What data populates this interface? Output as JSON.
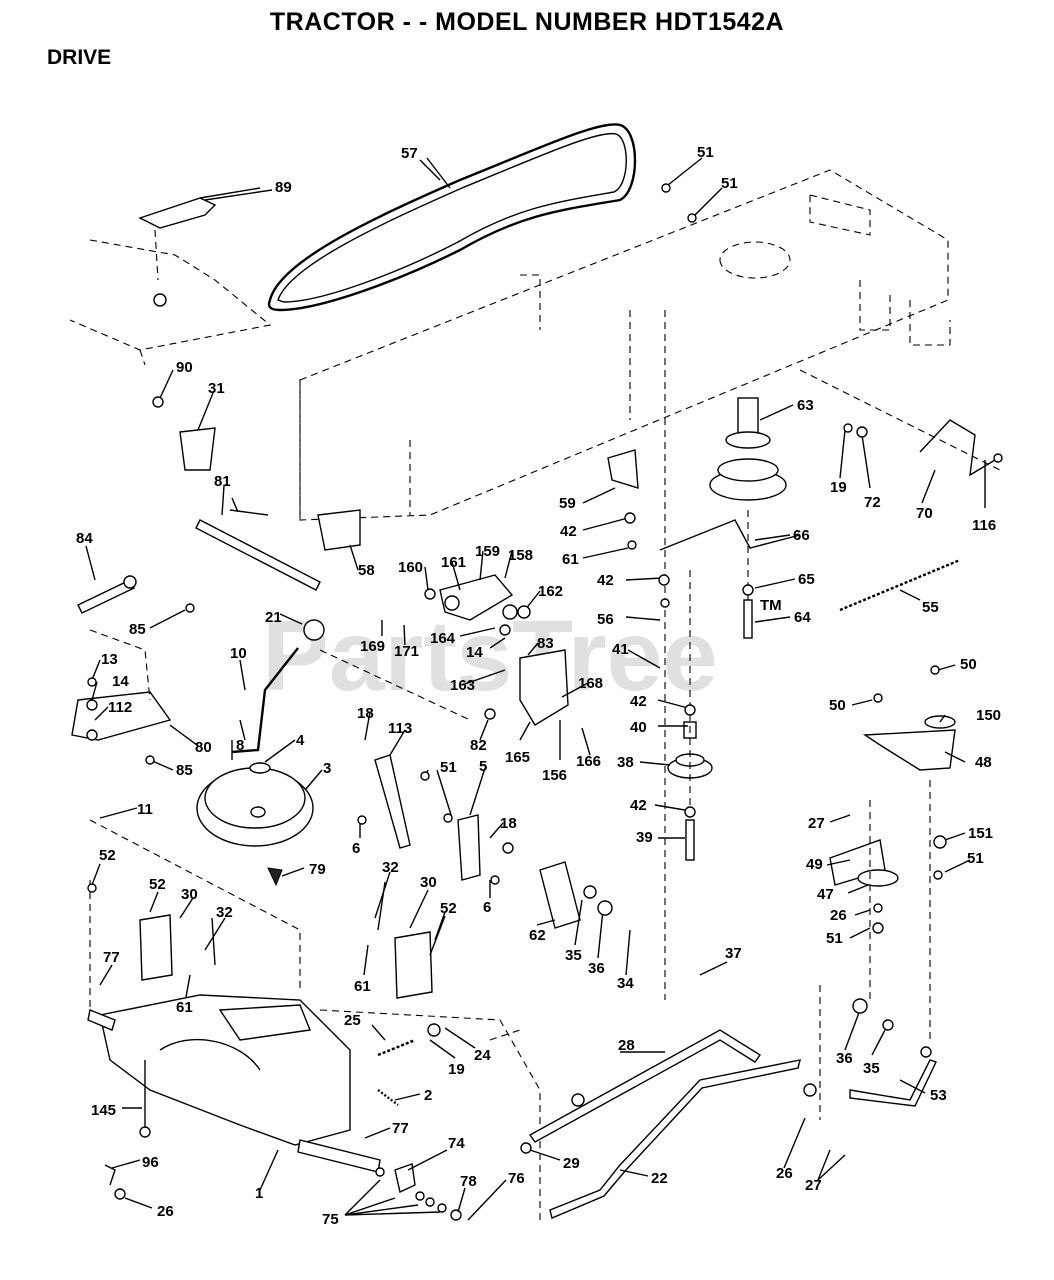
{
  "header": {
    "title": "TRACTOR - - MODEL NUMBER HDT1542A",
    "section": "DRIVE"
  },
  "watermark": "PartsTree",
  "trademark": "TM",
  "callouts": [
    {
      "id": "57",
      "text": "57"
    },
    {
      "id": "51a",
      "text": "51"
    },
    {
      "id": "51b",
      "text": "51"
    },
    {
      "id": "89",
      "text": "89"
    },
    {
      "id": "90",
      "text": "90"
    },
    {
      "id": "31",
      "text": "31"
    },
    {
      "id": "63",
      "text": "63"
    },
    {
      "id": "19a",
      "text": "19"
    },
    {
      "id": "72",
      "text": "72"
    },
    {
      "id": "70",
      "text": "70"
    },
    {
      "id": "116",
      "text": "116"
    },
    {
      "id": "81",
      "text": "81"
    },
    {
      "id": "59",
      "text": "59"
    },
    {
      "id": "42a",
      "text": "42"
    },
    {
      "id": "61a",
      "text": "61"
    },
    {
      "id": "66",
      "text": "66"
    },
    {
      "id": "58",
      "text": "58"
    },
    {
      "id": "84",
      "text": "84"
    },
    {
      "id": "160",
      "text": "160"
    },
    {
      "id": "161",
      "text": "161"
    },
    {
      "id": "159",
      "text": "159"
    },
    {
      "id": "158",
      "text": "158"
    },
    {
      "id": "162",
      "text": "162"
    },
    {
      "id": "42b",
      "text": "42"
    },
    {
      "id": "65",
      "text": "65"
    },
    {
      "id": "55",
      "text": "55"
    },
    {
      "id": "85a",
      "text": "85"
    },
    {
      "id": "21",
      "text": "21"
    },
    {
      "id": "169",
      "text": "169"
    },
    {
      "id": "171",
      "text": "171"
    },
    {
      "id": "164",
      "text": "164"
    },
    {
      "id": "14a",
      "text": "14"
    },
    {
      "id": "83",
      "text": "83"
    },
    {
      "id": "56",
      "text": "56"
    },
    {
      "id": "64",
      "text": "64"
    },
    {
      "id": "13",
      "text": "13"
    },
    {
      "id": "10",
      "text": "10"
    },
    {
      "id": "41",
      "text": "41"
    },
    {
      "id": "50a",
      "text": "50"
    },
    {
      "id": "14b",
      "text": "14"
    },
    {
      "id": "163",
      "text": "163"
    },
    {
      "id": "168",
      "text": "168"
    },
    {
      "id": "112",
      "text": "112"
    },
    {
      "id": "18a",
      "text": "18"
    },
    {
      "id": "113",
      "text": "113"
    },
    {
      "id": "42c",
      "text": "42"
    },
    {
      "id": "50b",
      "text": "50"
    },
    {
      "id": "150",
      "text": "150"
    },
    {
      "id": "80",
      "text": "80"
    },
    {
      "id": "8",
      "text": "8"
    },
    {
      "id": "4",
      "text": "4"
    },
    {
      "id": "82",
      "text": "82"
    },
    {
      "id": "40",
      "text": "40"
    },
    {
      "id": "85b",
      "text": "85"
    },
    {
      "id": "165",
      "text": "165"
    },
    {
      "id": "156",
      "text": "156"
    },
    {
      "id": "166",
      "text": "166"
    },
    {
      "id": "38",
      "text": "38"
    },
    {
      "id": "48",
      "text": "48"
    },
    {
      "id": "3",
      "text": "3"
    },
    {
      "id": "51c",
      "text": "51"
    },
    {
      "id": "5",
      "text": "5"
    },
    {
      "id": "11",
      "text": "11"
    },
    {
      "id": "42d",
      "text": "42"
    },
    {
      "id": "27a",
      "text": "27"
    },
    {
      "id": "18b",
      "text": "18"
    },
    {
      "id": "6a",
      "text": "6"
    },
    {
      "id": "39",
      "text": "39"
    },
    {
      "id": "151",
      "text": "151"
    },
    {
      "id": "52a",
      "text": "52"
    },
    {
      "id": "79",
      "text": "79"
    },
    {
      "id": "32a",
      "text": "32"
    },
    {
      "id": "49",
      "text": "49"
    },
    {
      "id": "51d",
      "text": "51"
    },
    {
      "id": "52b",
      "text": "52"
    },
    {
      "id": "30a",
      "text": "30"
    },
    {
      "id": "30b",
      "text": "30"
    },
    {
      "id": "6b",
      "text": "6"
    },
    {
      "id": "47",
      "text": "47"
    },
    {
      "id": "32b",
      "text": "32"
    },
    {
      "id": "52c",
      "text": "52"
    },
    {
      "id": "26a",
      "text": "26"
    },
    {
      "id": "62",
      "text": "62"
    },
    {
      "id": "51e",
      "text": "51"
    },
    {
      "id": "35a",
      "text": "35"
    },
    {
      "id": "36a",
      "text": "36"
    },
    {
      "id": "77a",
      "text": "77"
    },
    {
      "id": "61b",
      "text": "61"
    },
    {
      "id": "61c",
      "text": "61"
    },
    {
      "id": "34",
      "text": "34"
    },
    {
      "id": "37",
      "text": "37"
    },
    {
      "id": "25",
      "text": "25"
    },
    {
      "id": "24",
      "text": "24"
    },
    {
      "id": "19b",
      "text": "19"
    },
    {
      "id": "28",
      "text": "28"
    },
    {
      "id": "36b",
      "text": "36"
    },
    {
      "id": "35b",
      "text": "35"
    },
    {
      "id": "2",
      "text": "2"
    },
    {
      "id": "53",
      "text": "53"
    },
    {
      "id": "145",
      "text": "145"
    },
    {
      "id": "77b",
      "text": "77"
    },
    {
      "id": "74",
      "text": "74"
    },
    {
      "id": "96",
      "text": "96"
    },
    {
      "id": "29",
      "text": "29"
    },
    {
      "id": "26b",
      "text": "26"
    },
    {
      "id": "1",
      "text": "1"
    },
    {
      "id": "22",
      "text": "22"
    },
    {
      "id": "78",
      "text": "78"
    },
    {
      "id": "76",
      "text": "76"
    },
    {
      "id": "27b",
      "text": "27"
    },
    {
      "id": "26c",
      "text": "26"
    },
    {
      "id": "75",
      "text": "75"
    }
  ]
}
